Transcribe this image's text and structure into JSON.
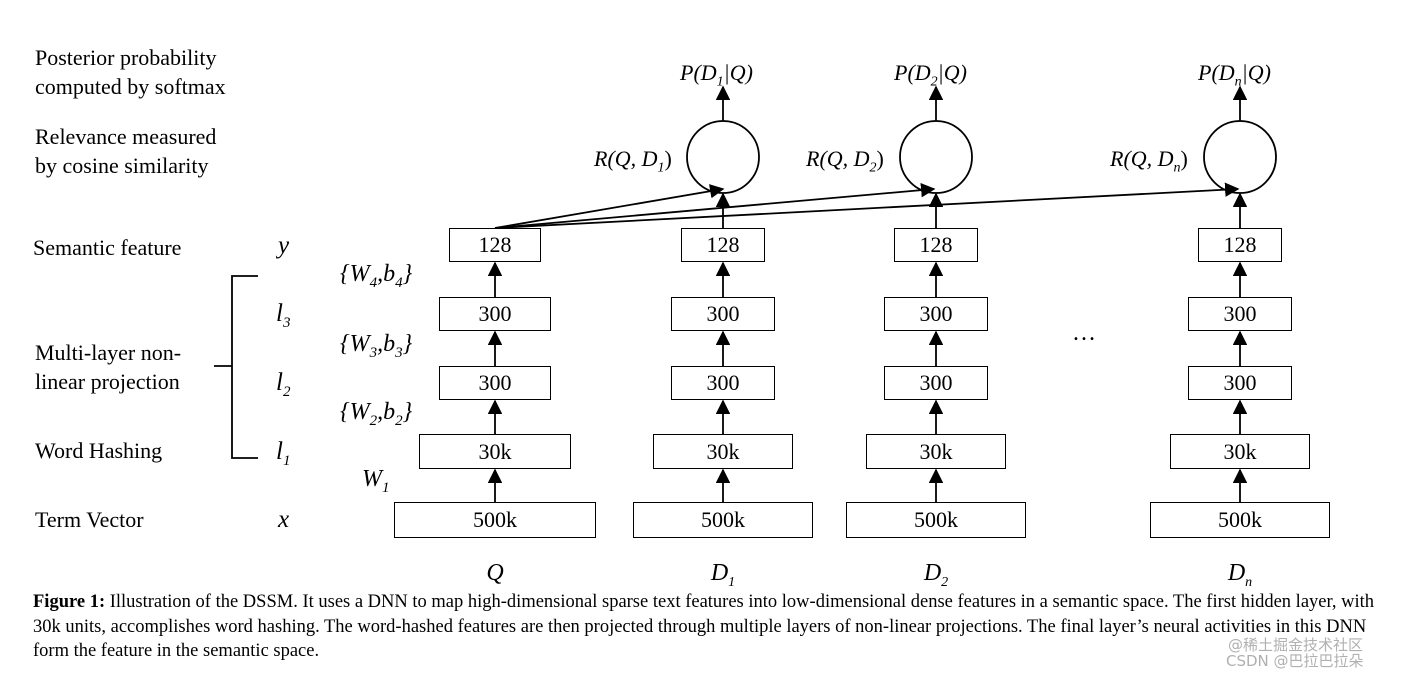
{
  "side_labels": {
    "posterior": "Posterior probability\ncomputed by softmax",
    "relevance": "Relevance measured\nby cosine similarity",
    "semantic": "Semantic feature",
    "multilayer": "Multi-layer non-\nlinear projection",
    "word_hashing": "Word Hashing",
    "term_vector": "Term Vector"
  },
  "layer_vars": {
    "y": "y",
    "l3_base": "l",
    "l3_sub": "3",
    "l2_base": "l",
    "l2_sub": "2",
    "l1_base": "l",
    "l1_sub": "1",
    "x": "x"
  },
  "weights": {
    "w4_open": "{W",
    "w4_sub1": "4",
    "w4_mid": ",b",
    "w4_sub2": "4",
    "w4_close": "}",
    "w3_open": "{W",
    "w3_sub1": "3",
    "w3_mid": ",b",
    "w3_sub2": "3",
    "w3_close": "}",
    "w2_open": "{W",
    "w2_sub1": "2",
    "w2_mid": ",b",
    "w2_sub2": "2",
    "w2_close": "}",
    "w1_base": "W",
    "w1_sub": "1"
  },
  "columns": [
    {
      "name": "Q",
      "name_sub": "",
      "layers": [
        "128",
        "300",
        "300",
        "30k",
        "500k"
      ],
      "r_pre": "",
      "r_post": "",
      "p_pre": "",
      "p_post": ""
    },
    {
      "name": "D",
      "name_sub": "1",
      "layers": [
        "128",
        "300",
        "300",
        "30k",
        "500k"
      ],
      "r_pre": "R(Q, D",
      "r_sub": "1",
      "r_post": ")",
      "p_pre": "P(D",
      "p_sub": "1",
      "p_post": "|Q)"
    },
    {
      "name": "D",
      "name_sub": "2",
      "layers": [
        "128",
        "300",
        "300",
        "30k",
        "500k"
      ],
      "r_pre": "R(Q, D",
      "r_sub": "2",
      "r_post": ")",
      "p_pre": "P(D",
      "p_sub": "2",
      "p_post": "|Q)"
    },
    {
      "name": "D",
      "name_sub": "n",
      "layers": [
        "128",
        "300",
        "300",
        "30k",
        "500k"
      ],
      "r_pre": "R(Q, D",
      "r_sub": "n",
      "r_post": ")",
      "p_pre": "P(D",
      "p_sub": "n",
      "p_post": "|Q)"
    }
  ],
  "ellipsis": "…",
  "caption": {
    "bold": "Figure 1:",
    "text": " Illustration of the DSSM. It uses a DNN to map high-dimensional sparse text features into low-dimensional dense features in a semantic space. The first hidden layer, with 30k units, accomplishes word hashing. The word-hashed features are then projected through multiple layers of non-linear projections. The final layer’s neural activities in this DNN form the feature in the semantic space."
  },
  "watermark": {
    "line1": "@稀土掘金技术社区",
    "line2": "CSDN @巴拉巴拉朵"
  }
}
